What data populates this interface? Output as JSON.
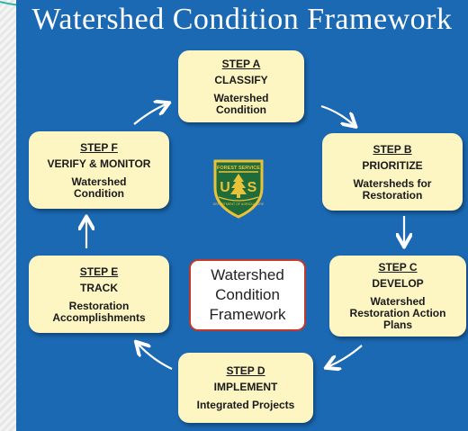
{
  "title": "Watershed Condition Framework",
  "steps": {
    "a": {
      "id": "STEP A",
      "name": "CLASSIFY",
      "desc": "Watershed Condition"
    },
    "b": {
      "id": "STEP B",
      "name": "PRIORITIZE",
      "desc": "Watersheds for Restoration"
    },
    "c": {
      "id": "STEP C",
      "name": "DEVELOP",
      "desc": "Watershed Restoration Action Plans"
    },
    "d": {
      "id": "STEP D",
      "name": "IMPLEMENT",
      "desc": "Integrated Projects"
    },
    "e": {
      "id": "STEP E",
      "name": "TRACK",
      "desc": "Restoration Accomplishments"
    },
    "f": {
      "id": "STEP F",
      "name": "VERIFY & MONITOR",
      "desc": "Watershed Condition"
    }
  },
  "center": {
    "line1": "Watershed",
    "line2": "Condition",
    "line3": "Framework"
  },
  "logo": {
    "top_text": "FOREST SERVICE",
    "letters": "U S",
    "bottom_text": "DEPARTMENT OF AGRICULTURE",
    "icon": "forest-service-shield"
  },
  "colors": {
    "background": "#1b69b3",
    "box": "#fdf6c3",
    "center_border": "#c0392b",
    "logo_green": "#1f6b3a",
    "logo_gold": "#e8c33a"
  }
}
